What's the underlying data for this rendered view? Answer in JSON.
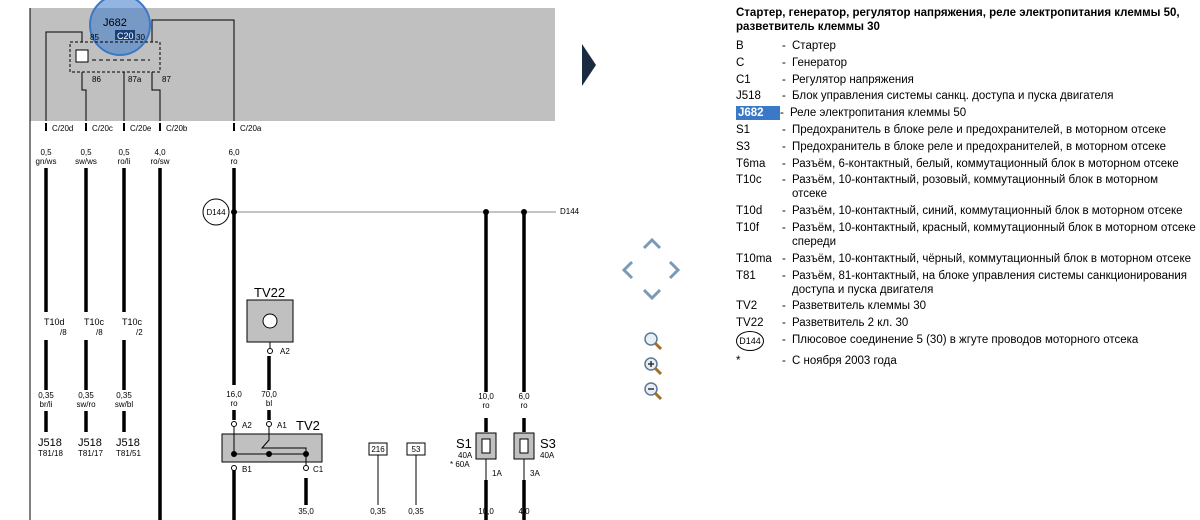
{
  "header_arrow": "right-triangle-arrow",
  "relay": {
    "name": "J682",
    "connector": "C20",
    "pins": [
      "85",
      "86",
      "30",
      "87a",
      "87"
    ]
  },
  "wire_sockets": [
    "C/20d",
    "C/20c",
    "C/20e",
    "C/20b",
    "C/20a"
  ],
  "wires": [
    {
      "gauge": "0,5",
      "color": "gn/ws"
    },
    {
      "gauge": "0,5",
      "color": "sw/ws"
    },
    {
      "gauge": "0,5",
      "color": "ro/li"
    },
    {
      "gauge": "4,0",
      "color": "ro/sw"
    },
    {
      "gauge": "6,0",
      "color": "ro"
    }
  ],
  "splice": {
    "name": "D144",
    "label": "D144"
  },
  "connectors_t10": [
    {
      "name": "T10d",
      "pin": "/8"
    },
    {
      "name": "T10c",
      "pin": "/8"
    },
    {
      "name": "T10c",
      "pin": "/2"
    }
  ],
  "lower_wires": [
    {
      "gauge": "0,35",
      "color": "br/li"
    },
    {
      "gauge": "0,35",
      "color": "sw/ro"
    },
    {
      "gauge": "0,35",
      "color": "sw/bl"
    }
  ],
  "j518_terms": [
    {
      "name": "J518",
      "pin": "T81/18"
    },
    {
      "name": "J518",
      "pin": "T81/17"
    },
    {
      "name": "J518",
      "pin": "T81/51"
    }
  ],
  "tv22": {
    "name": "TV22",
    "pin": "A2"
  },
  "tv2": {
    "name": "TV2",
    "pins": [
      "A2",
      "A1",
      "B1",
      "C1"
    ]
  },
  "tv_wires": [
    {
      "gauge": "16,0",
      "color": "ro"
    },
    {
      "gauge": "70,0",
      "color": "bl"
    }
  ],
  "bottom_gauges": [
    "35,0",
    "0,35",
    "0,35",
    "10,0",
    "4,0"
  ],
  "boxes": [
    "216",
    "53"
  ],
  "fuse_wires": [
    {
      "gauge": "10,0",
      "color": "ro"
    },
    {
      "gauge": "6,0",
      "color": "ro"
    }
  ],
  "fuses": [
    {
      "name": "S1",
      "rating": "40A",
      "alt": "* 60A",
      "out": "1A"
    },
    {
      "name": "S3",
      "rating": "40A",
      "out": "3A"
    }
  ],
  "nav_icons": [
    "chevron-up-icon",
    "chevron-left-icon",
    "chevron-right-icon",
    "chevron-down-icon",
    "zoom-icon",
    "zoom-in-icon",
    "zoom-out-icon"
  ],
  "legend": {
    "title": "Стартер, генератор, регулятор напряжения, реле электропитания клеммы 50, разветвитель клеммы 30",
    "dash": "-",
    "items": [
      {
        "code": "B",
        "desc": "Стартер"
      },
      {
        "code": "C",
        "desc": "Генератор"
      },
      {
        "code": "C1",
        "desc": "Регулятор напряжения"
      },
      {
        "code": "J518",
        "desc": "Блок управления системы санкц. доступа и пуска двигателя"
      },
      {
        "code": "J682",
        "desc": "Реле электропитания клеммы 50"
      },
      {
        "code": "S1",
        "desc": "Предохранитель в блоке реле и предохранителей, в моторном отсеке"
      },
      {
        "code": "S3",
        "desc": "Предохранитель в блоке реле и предохранителей, в моторном отсеке"
      },
      {
        "code": "T6ma",
        "desc": "Разъём, 6-контактный, белый, коммутационный блок в моторном отсеке"
      },
      {
        "code": "T10c",
        "desc": "Разъём, 10-контактный, розовый, коммутационный блок в моторном отсеке"
      },
      {
        "code": "T10d",
        "desc": "Разъём, 10-контактный, синий, коммутационный блок в моторном отсеке"
      },
      {
        "code": "T10f",
        "desc": "Разъём, 10-контактный, красный, коммутационный блок в моторном отсеке спереди"
      },
      {
        "code": "T10ma",
        "desc": "Разъём, 10-контактный, чёрный, коммутационный блок в моторном отсеке"
      },
      {
        "code": "T81",
        "desc": "Разъём, 81-контактный, на блоке управления системы санкционирования доступа и пуска двигателя"
      },
      {
        "code": "TV2",
        "desc": "Разветвитель клеммы 30"
      },
      {
        "code": "TV22",
        "desc": "Разветвитель 2 кл. 30"
      },
      {
        "code": "D144",
        "desc": "Плюсовое соединение 5 (30) в жгуте проводов моторного отсека"
      },
      {
        "code": "*",
        "desc": "С ноября 2003 года"
      }
    ]
  }
}
